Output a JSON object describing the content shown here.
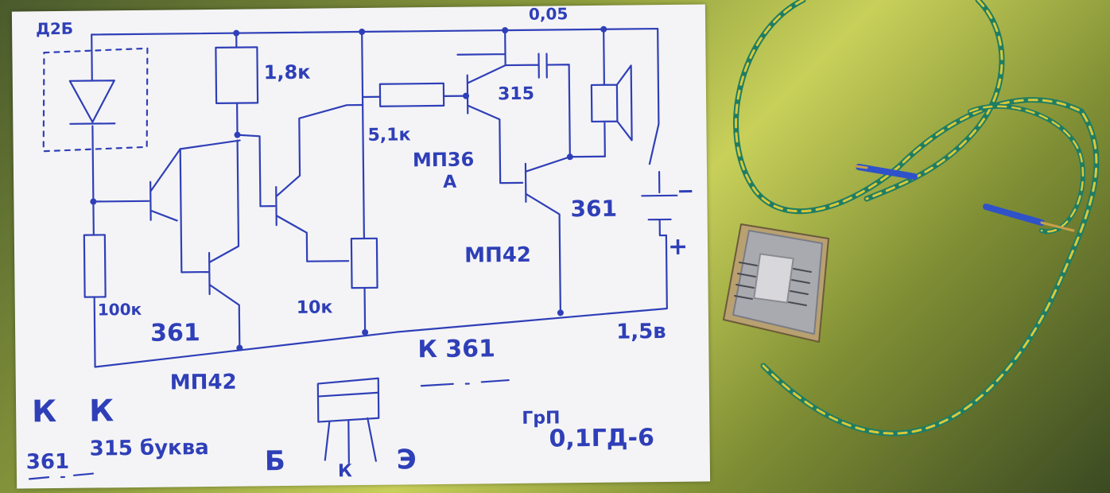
{
  "colors": {
    "ink": "#2f3fb8",
    "paper": "#f4f4f6",
    "wire_green": "#1f7d63",
    "wire_yellow": "#d8c83a",
    "board": "#a8aab0"
  },
  "labels": {
    "diode": "Д2Б",
    "r_top": "1,8к",
    "cap": "0,05",
    "r_mid": "5,1к",
    "t_mid": "315",
    "t_mp36": "МП36",
    "t_a": "А",
    "r_left": "100к",
    "t_361_left": "361",
    "r_10k": "10к",
    "t_361_right": "361",
    "t_mp42_right": "МП42",
    "battery": "1,5в",
    "minus": "−",
    "plus": "+",
    "t_mp42_bottom": "МП42",
    "k_361": "К 361",
    "legend_k1": "К",
    "legend_k2": "К",
    "legend_361": "361",
    "legend_315": "315 буква",
    "pin_b": "Б",
    "pin_k": "К",
    "pin_e": "Э",
    "gd": "ГрП",
    "speaker": "0,1ГД-6"
  }
}
